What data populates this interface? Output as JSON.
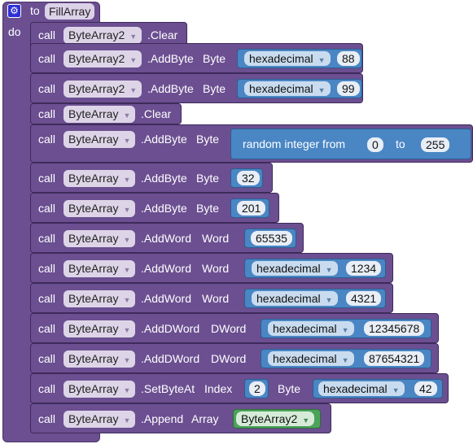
{
  "procedure": {
    "to_label": "to",
    "name": "FillArray",
    "do_label": "do",
    "gear_icon": "gear-icon"
  },
  "call_label": "call",
  "statements": [
    {
      "component": "ByteArray2",
      "method": ".Clear"
    },
    {
      "component": "ByteArray2",
      "method": ".AddByte",
      "param": "Byte",
      "hex_label": "hexadecimal",
      "value": "88"
    },
    {
      "component": "ByteArray2",
      "method": ".AddByte",
      "param": "Byte",
      "hex_label": "hexadecimal",
      "value": "99"
    },
    {
      "component": "ByteArray",
      "method": ".Clear"
    },
    {
      "component": "ByteArray",
      "method": ".AddByte",
      "param": "Byte",
      "random_label": "random integer from",
      "from": "0",
      "to_label": "to",
      "to": "255"
    },
    {
      "component": "ByteArray",
      "method": ".AddByte",
      "param": "Byte",
      "value": "32"
    },
    {
      "component": "ByteArray",
      "method": ".AddByte",
      "param": "Byte",
      "value": "201"
    },
    {
      "component": "ByteArray",
      "method": ".AddWord",
      "param": "Word",
      "value": "65535"
    },
    {
      "component": "ByteArray",
      "method": ".AddWord",
      "param": "Word",
      "hex_label": "hexadecimal",
      "value": "1234"
    },
    {
      "component": "ByteArray",
      "method": ".AddWord",
      "param": "Word",
      "hex_label": "hexadecimal",
      "value": "4321"
    },
    {
      "component": "ByteArray",
      "method": ".AddDWord",
      "param": "DWord",
      "hex_label": "hexadecimal",
      "value": "12345678"
    },
    {
      "component": "ByteArray",
      "method": ".AddDWord",
      "param": "DWord",
      "hex_label": "hexadecimal",
      "value": "87654321"
    },
    {
      "component": "ByteArray",
      "method": ".SetByteAt",
      "param": "Index",
      "index": "2",
      "param2": "Byte",
      "hex_label": "hexadecimal",
      "value": "42"
    },
    {
      "component": "ByteArray",
      "method": ".Append",
      "param": "Array",
      "component_value": "ByteArray2"
    }
  ],
  "colors": {
    "procedure": "#6b4f91",
    "math": "#4a86c4",
    "component": "#4ca35a"
  }
}
